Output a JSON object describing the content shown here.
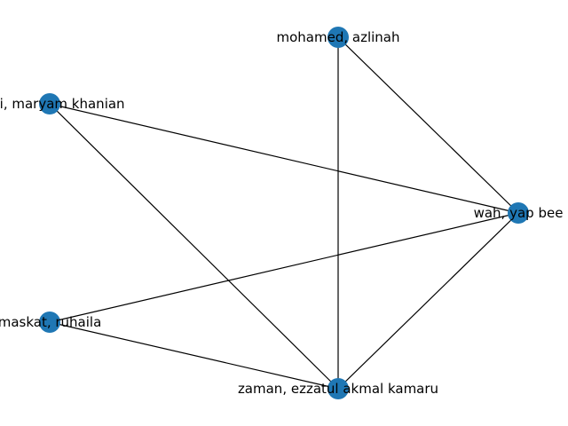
{
  "graph": {
    "node_color": "#1f77b4",
    "edge_color": "#000000",
    "nodes": [
      {
        "id": "mohamed",
        "label": "mohamed, azlinah"
      },
      {
        "id": "maryam",
        "label": "hadi, maryam khanian"
      },
      {
        "id": "yap",
        "label": "wah, yap bee"
      },
      {
        "id": "ruhaila",
        "label": "maskat, ruhaila"
      },
      {
        "id": "ezzatul",
        "label": "zaman, ezzatul akmal kamaru"
      }
    ],
    "edges": [
      [
        "mohamed",
        "ezzatul"
      ],
      [
        "mohamed",
        "yap"
      ],
      [
        "maryam",
        "yap"
      ],
      [
        "maryam",
        "ezzatul"
      ],
      [
        "yap",
        "ruhaila"
      ],
      [
        "yap",
        "ezzatul"
      ],
      [
        "ruhaila",
        "ezzatul"
      ]
    ]
  }
}
